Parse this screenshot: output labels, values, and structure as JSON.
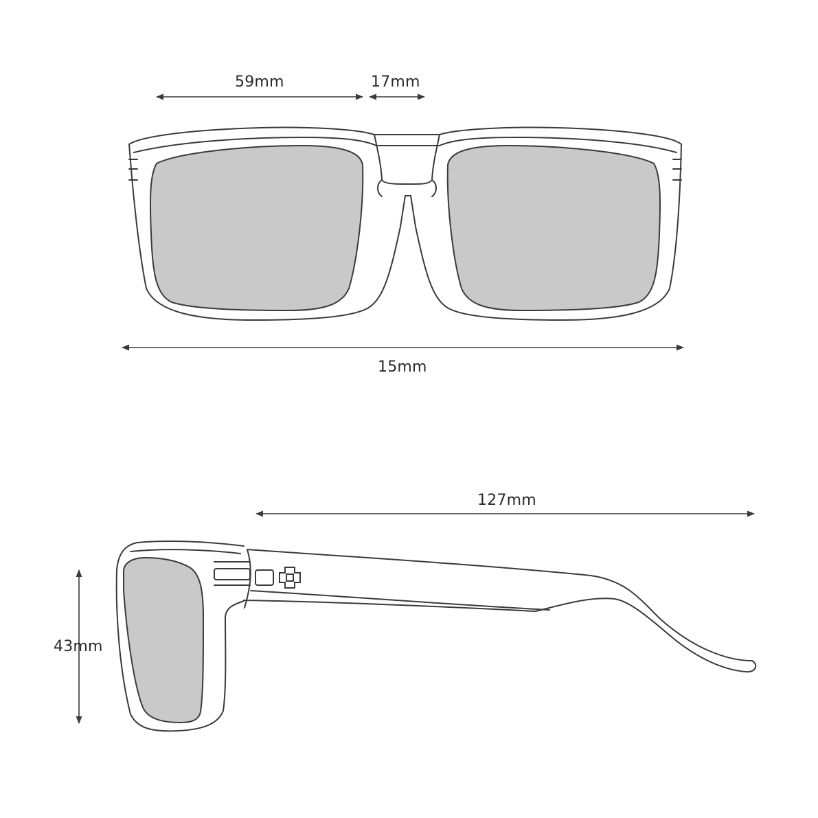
{
  "dimensions": {
    "lens_width": "59mm",
    "bridge_width": "17mm",
    "frame_width": "15mm",
    "temple_length": "127mm",
    "lens_height": "43mm"
  },
  "colors": {
    "outline": "#3a3a3a",
    "lens_fill": "#c9c9c9",
    "background": "#ffffff",
    "text": "#2a2a2a"
  },
  "icons": {
    "logo": "spy-plus-logo"
  }
}
